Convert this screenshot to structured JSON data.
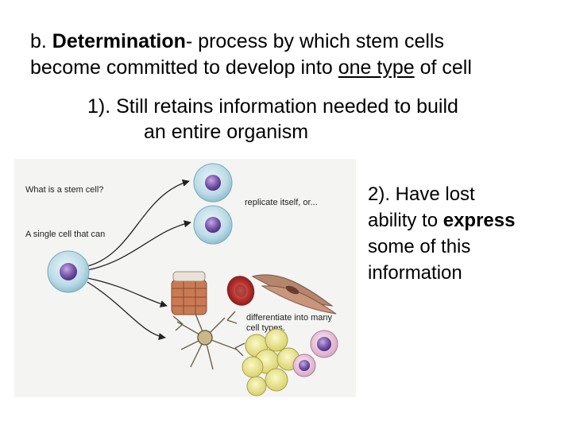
{
  "heading": {
    "prefix": "b. ",
    "term": "Determination",
    "rest": "- process by which stem cells",
    "line2_before": "become committed to develop into ",
    "line2_underlined": "one type",
    "line2_after": " of cell"
  },
  "point1": {
    "line1": "1). Still retains information needed to build",
    "line2": "an entire organism"
  },
  "point2": {
    "line1": "2). Have lost",
    "line2_before": "ability to ",
    "line2_bold": "express",
    "line3": "some of this",
    "line4": "information"
  },
  "diagram": {
    "label_question": "What is a stem cell?",
    "label_single": "A single cell that can",
    "label_replicate": "replicate itself, or...",
    "label_diff1": "differentiate into many",
    "label_diff2": "cell types."
  },
  "colors": {
    "cell_outer": "#b9d8e4",
    "nucleus": "#7a5aa6",
    "red_cell": "#b8322e",
    "muscle": "#c97a55",
    "fat": "#e6e07a"
  }
}
